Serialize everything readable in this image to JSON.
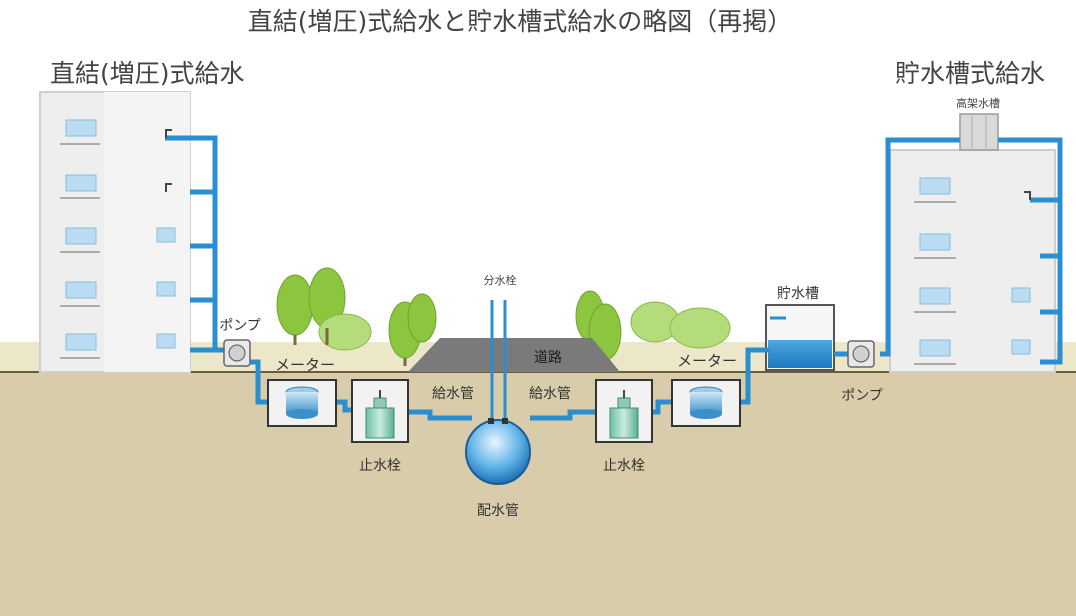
{
  "title": "直結(増圧)式給水と貯水槽式給水の略図（再掲）",
  "left_system": "直結(増圧)式給水",
  "right_system": "貯水槽式給水",
  "labels": {
    "elevated_tank": "高架水槽",
    "storage_tank": "貯水槽",
    "pump_left": "ポンプ",
    "pump_right": "ポンプ",
    "meter_left": "メーター",
    "meter_right": "メーター",
    "branch_valve": "分水栓",
    "road": "道路",
    "service_pipe_left": "給水管",
    "service_pipe_right": "給水管",
    "stop_valve_left": "止水栓",
    "stop_valve_right": "止水栓",
    "distribution_main": "配水管"
  },
  "colors": {
    "pipe": "#2a8fd0",
    "ground": "#d8ccab",
    "grass": "#ece7c8",
    "building": "#eeeeee",
    "tree": "#8cc63f",
    "road": "#7a7a7a"
  }
}
